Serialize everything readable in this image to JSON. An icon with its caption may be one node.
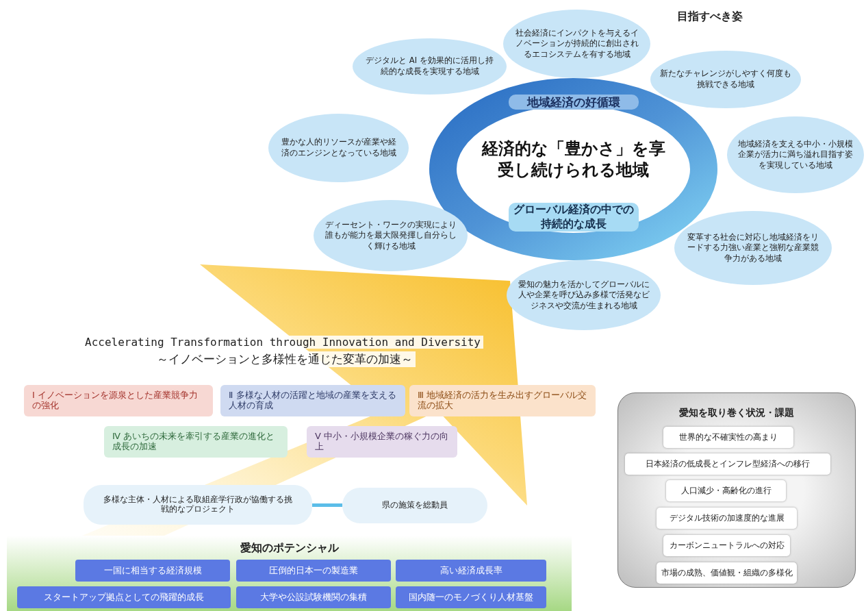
{
  "diagram": {
    "nodes": [
      {
        "text": [
          "地域経済の好循環",
          "経済的な「豊かさ」を享受し続けられる地域",
          "グローバル経済の中での持続的な成長"
        ]
      },
      {
        "text": [
          "社会経済にインパクトを与えるイノベーションが持続的に創出されるエコシステムを有する地域"
        ]
      },
      {
        "text": [
          "デジタルと AI を効果的に活用し持続的な成長を実現する地域"
        ]
      },
      {
        "text": [
          "新たなチャレンジがしやすく何度も挑戦できる地域"
        ]
      },
      {
        "text": [
          "豊かな人的リソースが産業や経済のエンジンとなっている地域"
        ]
      },
      {
        "text": [
          "地域経済を支える中小・小規模企業が活力に満ち溢れ目指す姿を実現している地域"
        ]
      },
      {
        "text": [
          "ディーセント・ワークの実現により誰もが能力を最大限発揮し自分らしく輝ける地域"
        ]
      },
      {
        "text": [
          "変革する社会に対応し地域経済をリードする力強い産業と強靭な産業競争力がある地域"
        ]
      },
      {
        "text": [
          "愛知の魅力を活かしてグローバルに人や企業を呼び込み多様で活発なビジネスや交流が生まれる地域"
        ]
      },
      {
        "text": [
          "Ⅰ イノベーションを源泉とした産業競争力の強化"
        ]
      },
      {
        "text": [
          "Ⅱ 多様な人材の活躍と地域の産業を支える人材の育成"
        ]
      },
      {
        "text": [
          "Ⅲ 地域経済の活力を生み出すグローバル交流の拡大"
        ]
      },
      {
        "text": [
          "Ⅳ あいちの未来を牽引する産業の進化と成長の加速"
        ]
      },
      {
        "text": [
          "Ⅴ 中小・小規模企業の稼ぐ力の向上"
        ]
      },
      {
        "text": [
          "多様な主体・人材による取組産学行政が協働する挑戦的なプロジェクト"
        ]
      },
      {
        "text": [
          "県の施策を総動員"
        ]
      },
      {
        "text": [
          "愛知のポテンシャル"
        ]
      },
      {
        "text": [
          "一国に相当する経済規模"
        ],
        "in": 16
      },
      {
        "text": [
          "圧倒的日本一の製造業"
        ],
        "in": 16
      },
      {
        "text": [
          "高い経済成長率"
        ],
        "in": 16
      },
      {
        "text": [
          "スタートアップ拠点としての飛躍的成長"
        ],
        "in": 16
      },
      {
        "text": [
          "大学や公設試験機関の集積"
        ],
        "in": 16
      },
      {
        "text": [
          "国内随一のモノづくり人材基盤"
        ],
        "in": 16
      },
      {
        "text": [
          "愛知を取り巻く状況・課題"
        ]
      },
      {
        "text": [
          "世界的な不確実性の高まり"
        ],
        "in": 23
      },
      {
        "text": [
          "日本経済の低成長とインフレ型経済への移行"
        ],
        "in": 23
      },
      {
        "text": [
          "人口減少・高齢化の進行"
        ],
        "in": 23
      },
      {
        "text": [
          "デジタル技術の加速度的な進展"
        ],
        "in": 23
      },
      {
        "text": [
          "カーボンニュートラルへの対応"
        ],
        "in": 23
      },
      {
        "text": [
          "市場の成熟、価値観・組織の多様化"
        ],
        "in": 23
      }
    ],
    "edges": [
      {
        "from": 14,
        "to": 15,
        "arrow": "none"
      },
      {
        "from": 16,
        "to": 0,
        "arrow": "to",
        "style": "thick",
        "color": "#f7be2a"
      }
    ],
    "labels": [
      "目指すべき姿",
      "Accelerating Transformation through Innovation and Diversity",
      "～イノベーションと多様性を通じた変革の加速～"
    ]
  }
}
